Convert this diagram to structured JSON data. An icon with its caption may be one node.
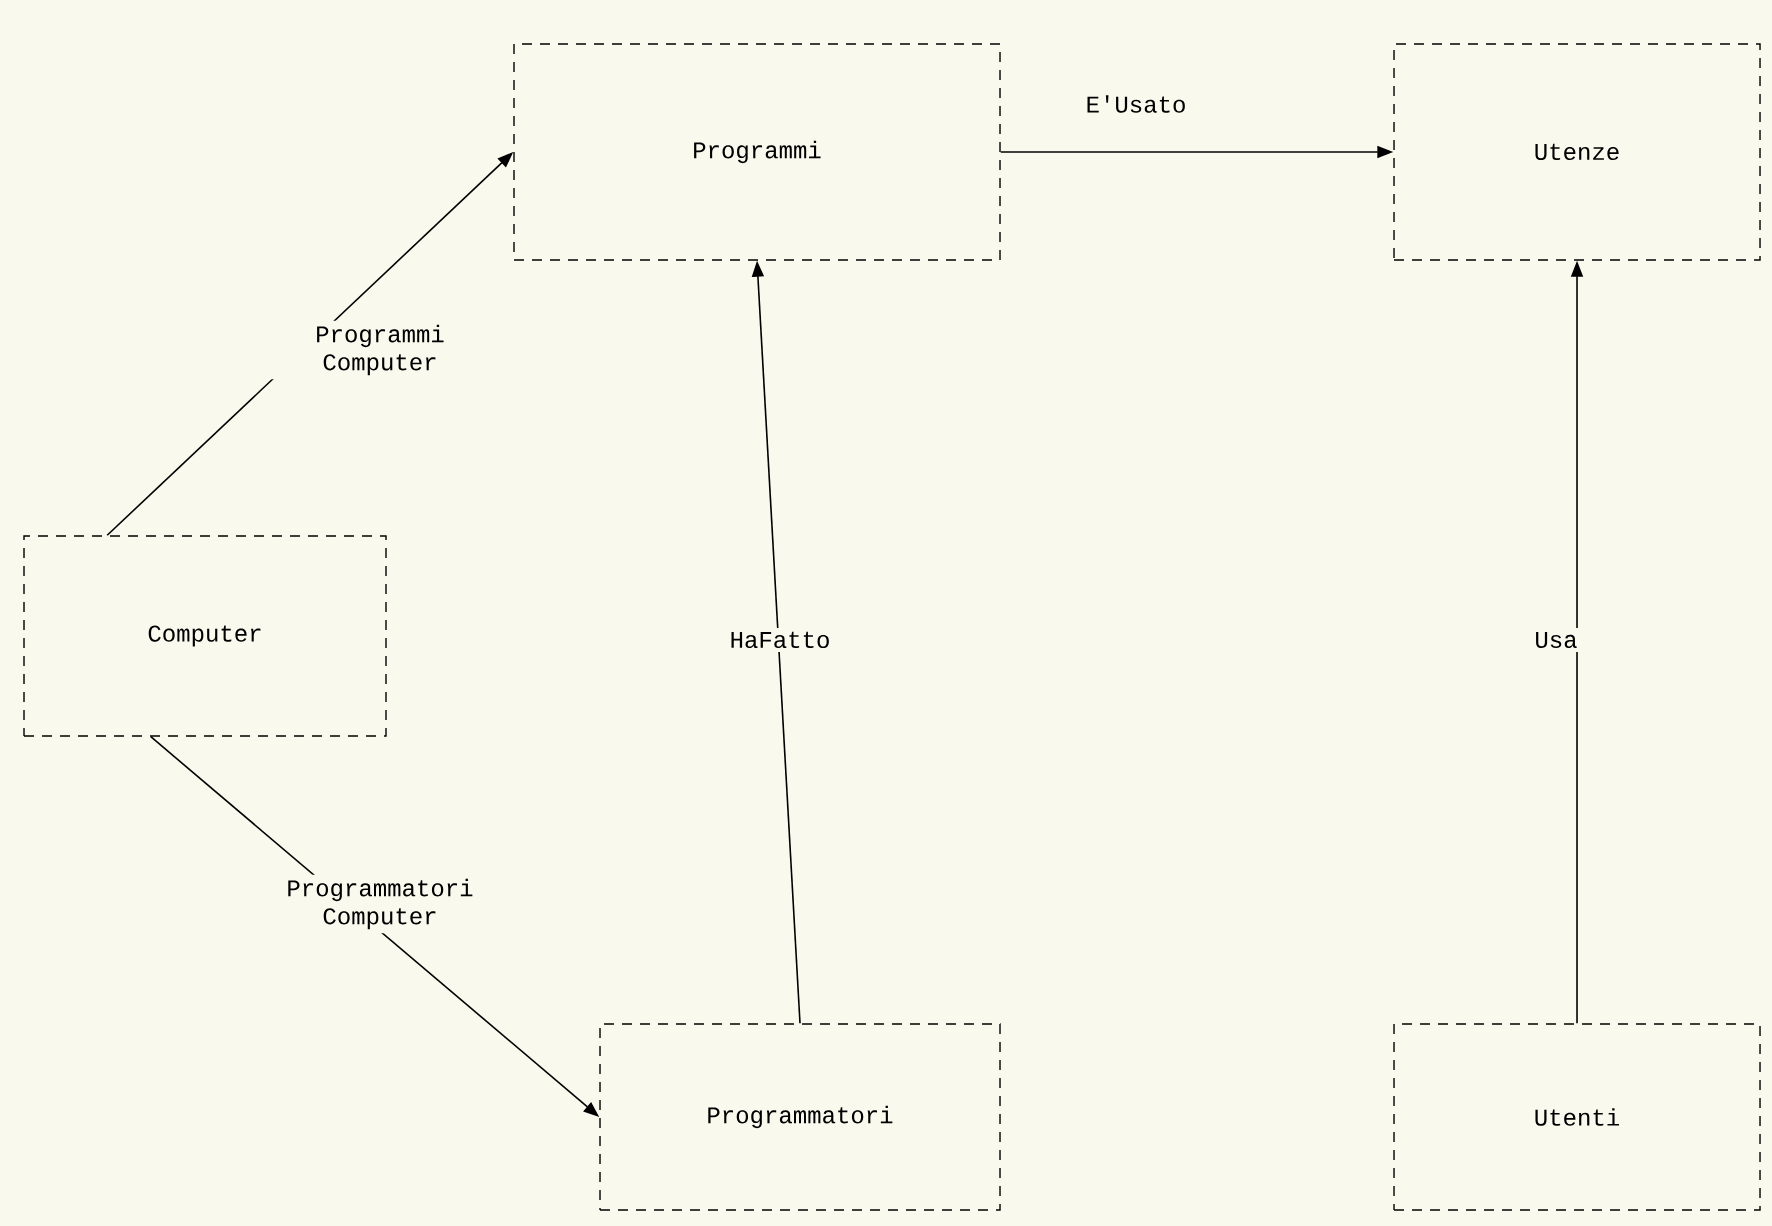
{
  "diagram": {
    "nodes": [
      {
        "text": [
          "Programmi"
        ]
      },
      {
        "text": [
          "Utenze"
        ]
      },
      {
        "text": [
          "Computer"
        ]
      },
      {
        "text": [
          "Programmatori"
        ]
      },
      {
        "text": [
          "Utenti"
        ]
      }
    ],
    "edges": [
      {
        "from": 0,
        "to": 1,
        "arrow": "to",
        "label": "E'Usato"
      },
      {
        "from": 2,
        "to": 0,
        "arrow": "to",
        "label": "Programmi Computer"
      },
      {
        "from": 2,
        "to": 3,
        "arrow": "to",
        "label": "Programmatori Computer"
      },
      {
        "from": 3,
        "to": 0,
        "arrow": "to",
        "label": "HaFatto"
      },
      {
        "from": 4,
        "to": 1,
        "arrow": "to",
        "label": "Usa"
      }
    ]
  }
}
